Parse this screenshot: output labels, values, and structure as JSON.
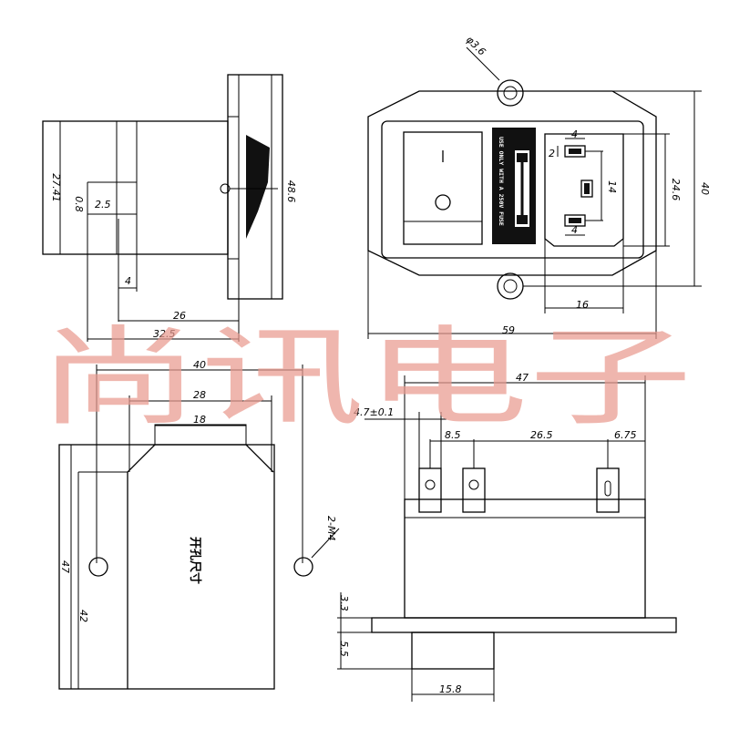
{
  "dimensions": {
    "side_view": {
      "height_27_41": "27.41",
      "offset_0_8": "0.8",
      "width_2_5": "2.5",
      "height_48_6": "48.6",
      "width_4": "4",
      "width_26": "26",
      "width_32_5": "32.5"
    },
    "front_view": {
      "hole_dia": "φ3.6",
      "height_40": "40",
      "height_24_6": "24.6",
      "pin_4_top": "4",
      "pin_2": "2",
      "pin_14": "14",
      "pin_4_bottom": "4",
      "width_16": "16",
      "width_59": "59",
      "fuse_label": "USE ONLY WITH A 250V FUSE"
    },
    "cutout_view": {
      "width_40": "40",
      "width_28": "28",
      "width_18": "18",
      "height_47": "47",
      "height_42": "42",
      "screw": "2-M4",
      "label": "开孔尺寸"
    },
    "bottom_view": {
      "width_47": "47",
      "tol_4_7": "4.7±0.1",
      "pitch_8_5": "8.5",
      "pitch_26_5": "26.5",
      "pitch_6_75": "6.75",
      "height_3_3": "3.3",
      "height_5_5": "5.5",
      "width_15_8": "15.8"
    }
  },
  "watermark": "尚讯电子",
  "colors": {
    "line": "#000000",
    "watermark": "#e99b90",
    "background": "#ffffff"
  }
}
